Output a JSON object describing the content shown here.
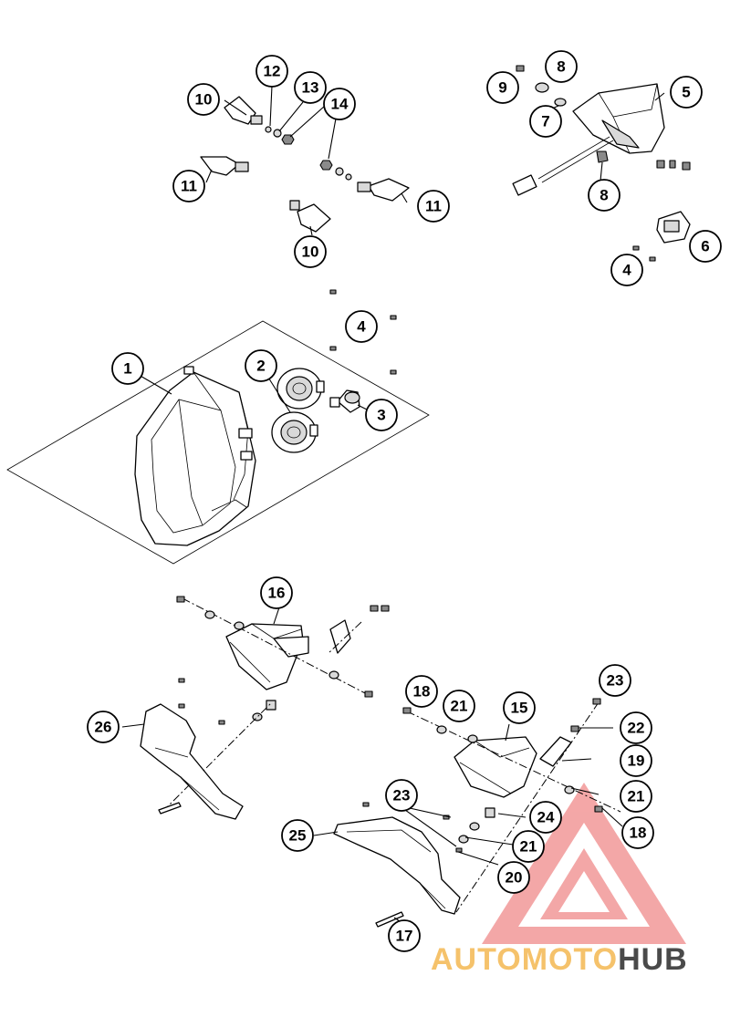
{
  "diagram": {
    "callouts": [
      {
        "label": "1"
      },
      {
        "label": "2"
      },
      {
        "label": "3"
      },
      {
        "label": "4"
      },
      {
        "label": "4"
      },
      {
        "label": "5"
      },
      {
        "label": "6"
      },
      {
        "label": "7"
      },
      {
        "label": "8"
      },
      {
        "label": "8"
      },
      {
        "label": "9"
      },
      {
        "label": "10"
      },
      {
        "label": "10"
      },
      {
        "label": "11"
      },
      {
        "label": "11"
      },
      {
        "label": "12"
      },
      {
        "label": "13"
      },
      {
        "label": "14"
      },
      {
        "label": "15"
      },
      {
        "label": "16"
      },
      {
        "label": "17"
      },
      {
        "label": "18"
      },
      {
        "label": "18"
      },
      {
        "label": "19"
      },
      {
        "label": "20"
      },
      {
        "label": "21"
      },
      {
        "label": "21"
      },
      {
        "label": "21"
      },
      {
        "label": "22"
      },
      {
        "label": "23"
      },
      {
        "label": "23"
      },
      {
        "label": "24"
      },
      {
        "label": "25"
      },
      {
        "label": "26"
      }
    ]
  },
  "watermark": {
    "part1": "AUTOMOTO",
    "part2": "HUB",
    "color_primary": "#f08a8a",
    "color_accent": "#f5c26b",
    "color_dark": "#4a4a4a"
  }
}
